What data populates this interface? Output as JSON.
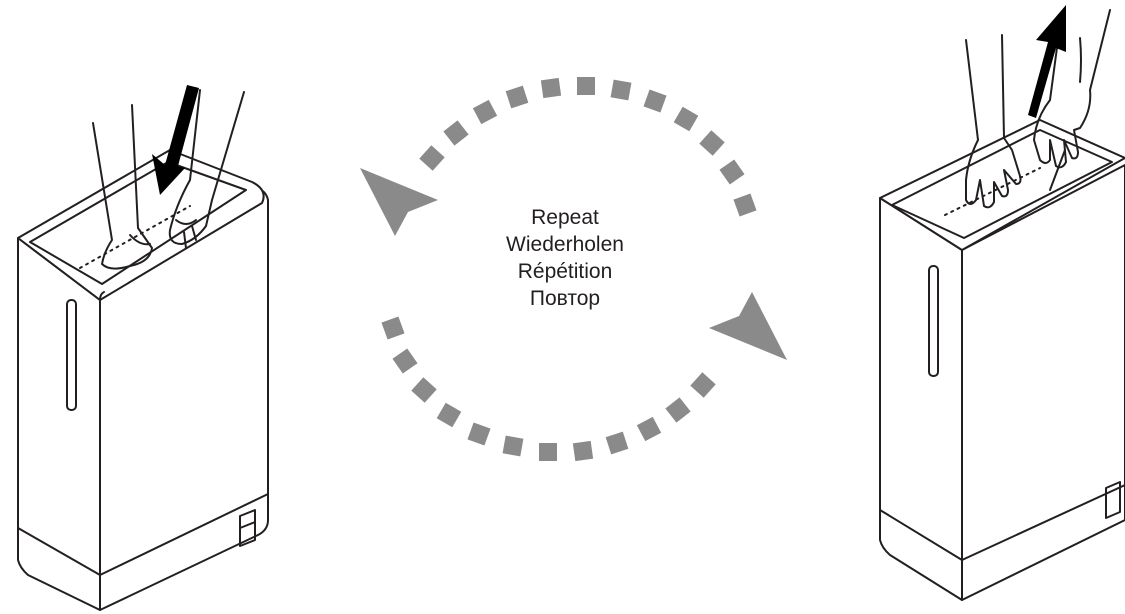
{
  "labels": {
    "repeat_en": "Repeat",
    "repeat_de": "Wiederholen",
    "repeat_fr": "Répétition",
    "repeat_ru": "Повтор"
  },
  "colors": {
    "line": "#231f20",
    "dash": "#8a8a8a",
    "arrow_fill": "#000000"
  },
  "icons": {
    "left_direction": "arrow-down-icon",
    "right_direction": "arrow-up-icon",
    "cycle": "repeat-cycle-icon"
  }
}
